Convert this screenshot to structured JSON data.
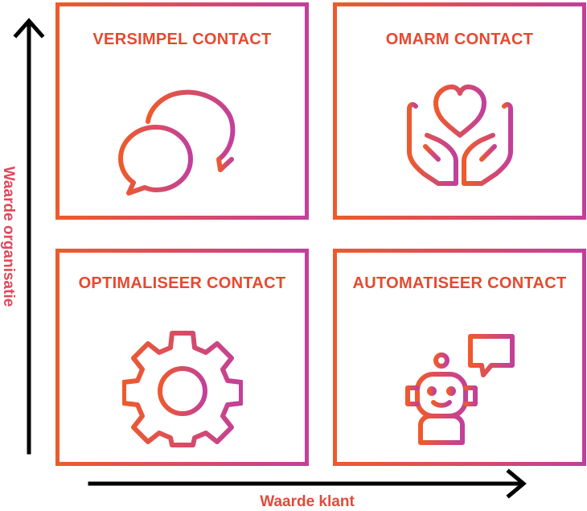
{
  "quadrants": {
    "top_left": {
      "title": "VERSIMPEL CONTACT",
      "icon": "chat-bubbles-icon"
    },
    "top_right": {
      "title": "OMARM CONTACT",
      "icon": "heart-hands-icon"
    },
    "bottom_left": {
      "title": "OPTIMALISEER CONTACT",
      "icon": "gear-icon"
    },
    "bottom_right": {
      "title": "AUTOMATISEER CONTACT",
      "icon": "chatbot-robot-icon"
    }
  },
  "axes": {
    "y_label": "Waarde organisatie",
    "x_label": "Waarde klant"
  },
  "colors": {
    "gradient_start": "#ee5a2c",
    "gradient_end": "#c2409a",
    "arrow": "#000000"
  }
}
